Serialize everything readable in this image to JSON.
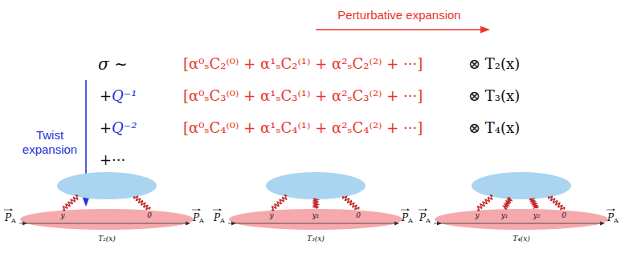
{
  "diagram": {
    "labels": [
      "Perturbative expansion",
      "σ ∼",
      "[α⁰ₛC₂⁽⁰⁾ + α¹ₛC₂⁽¹⁾ + α²ₛC₂⁽²⁾ + ···]",
      "⊗ T₂(x)",
      "Twist",
      "expansion",
      "+",
      "Q⁻¹",
      "[α⁰ₛC₃⁽⁰⁾ + α¹ₛC₃⁽¹⁾ + α²ₛC₃⁽²⁾ + ···]",
      "⊗ T₃(x)",
      "+",
      "Q⁻²",
      "[α⁰ₛC₄⁽⁰⁾ + α¹ₛC₄⁽¹⁾ + α²ₛC₄⁽²⁾ + ···]",
      "⊗ T₄(x)",
      "+···",
      "P",
      "A",
      "P",
      "A",
      "y",
      "0",
      "T₂(x)",
      "P",
      "A",
      "P",
      "A",
      "y",
      "y₁",
      "0",
      "T₃(x)",
      "P",
      "A",
      "P",
      "A",
      "y",
      "y₁",
      "y₂",
      "0",
      "T₄(x)"
    ]
  }
}
